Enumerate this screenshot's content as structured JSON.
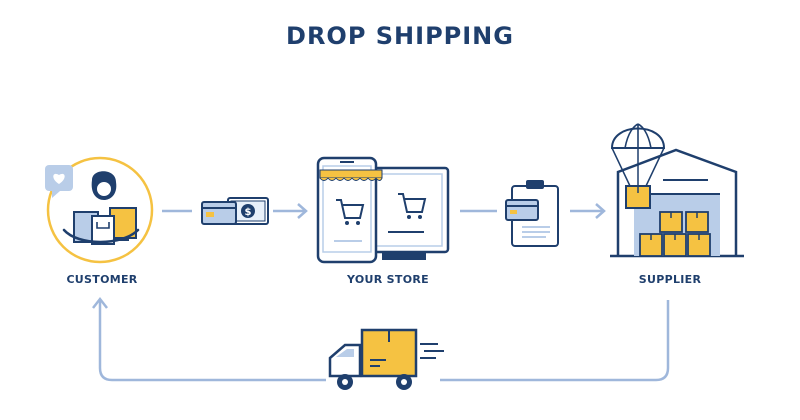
{
  "title": "DROP SHIPPING",
  "nodes": {
    "customer": "CUSTOMER",
    "store": "YOUR STORE",
    "supplier": "SUPPLIER"
  },
  "colors": {
    "navy": "#1f3f6d",
    "yellow": "#f5c242",
    "light_blue": "#b9cde8",
    "mid_blue": "#7d9ccc",
    "arrow": "#9fb7db"
  },
  "icons": [
    "heart-chat-icon",
    "customer-with-bags-icon",
    "card-and-cash-icon",
    "store-devices-icon",
    "clipboard-card-icon",
    "warehouse-parachute-icon",
    "delivery-truck-icon"
  ]
}
